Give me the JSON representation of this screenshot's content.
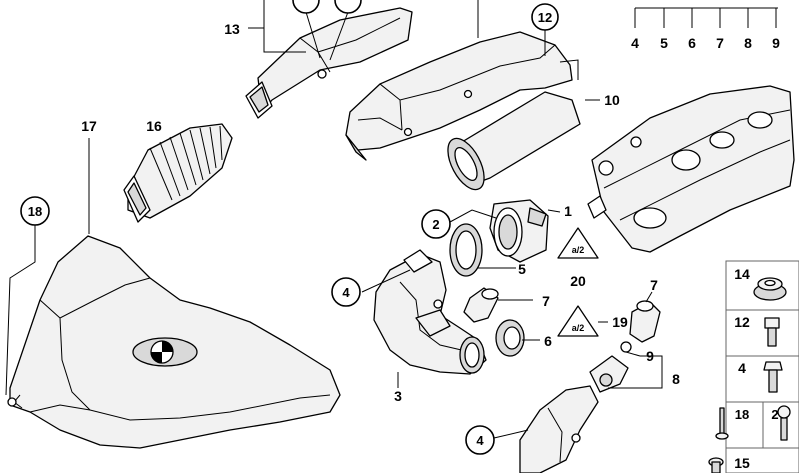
{
  "callouts": {
    "c13": "13",
    "c12": "12",
    "c10": "10",
    "c17": "17",
    "c16": "16",
    "c18": "18",
    "c2": "2",
    "c1": "1",
    "c20": "20",
    "c5": "5",
    "c4a": "4",
    "c7a": "7",
    "c7b": "7",
    "c6": "6",
    "c19": "19",
    "c9": "9",
    "c8": "8",
    "c3": "3",
    "c4b": "4",
    "top_group": [
      "4",
      "5",
      "6",
      "7",
      "8",
      "9"
    ]
  },
  "side_panel": {
    "items": [
      "14",
      "12",
      "4",
      "18",
      "2",
      "15"
    ]
  }
}
